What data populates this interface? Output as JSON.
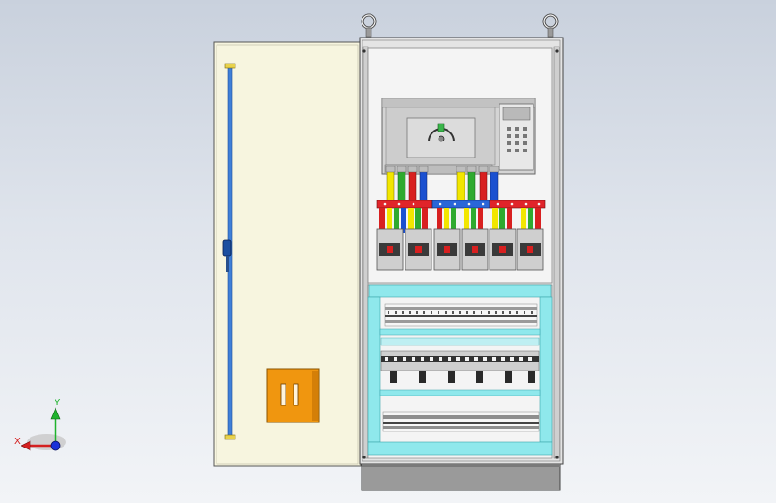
{
  "viewport": {
    "background_top": "#c9d1dd",
    "background_bottom": "#f2f4f7"
  },
  "triad": {
    "y_label": "Y",
    "x_label": "X",
    "x_color": "#d42020",
    "y_color": "#1fb32d",
    "z_color": "#1a32d8"
  },
  "cabinet": {
    "door_color": "#f7f5df",
    "body_color": "#e4e4e4",
    "plinth_color": "#9a9a9a",
    "cyan_frame_color": "#8fe8ec",
    "handle_color": "#f0960f",
    "rod_color": "#3f7fd8",
    "wire_colors": [
      "#f2e600",
      "#2faa2f",
      "#d82020",
      "#1a50d0"
    ],
    "breaker_count": 6,
    "terminal_rows": 2
  },
  "ats": {
    "panel_color": "#d4d4d4"
  }
}
